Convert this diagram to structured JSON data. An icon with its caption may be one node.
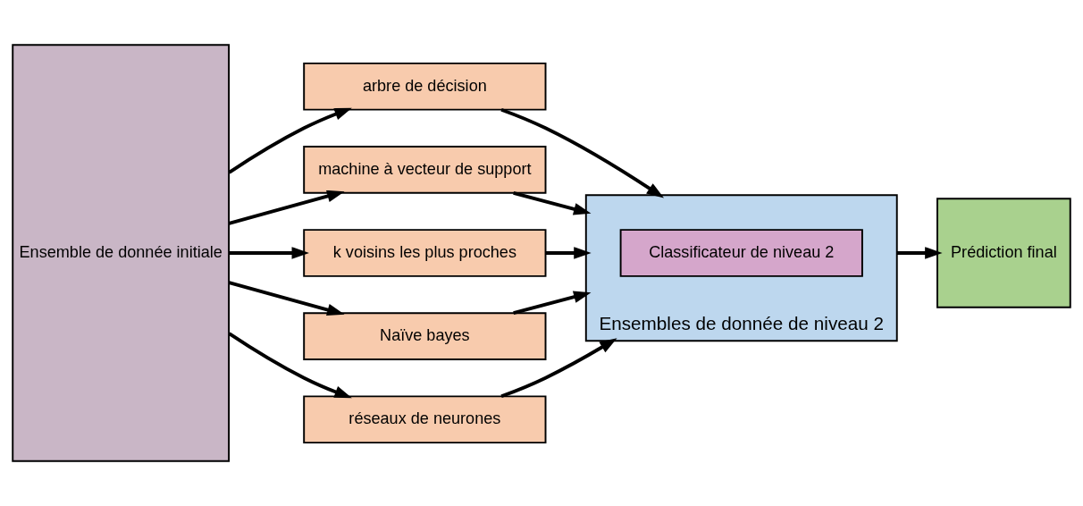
{
  "diagram": {
    "nodes": [
      {
        "text": [
          "Ensemble de donnée initiale"
        ]
      },
      {
        "text": [
          "arbre de décision"
        ]
      },
      {
        "text": [
          "machine à vecteur de support"
        ]
      },
      {
        "text": [
          "k voisins les plus proches"
        ]
      },
      {
        "text": [
          "Naïve bayes"
        ]
      },
      {
        "text": [
          "réseaux de neurones"
        ]
      },
      {
        "text": [
          "Ensembles de donnée de niveau 2"
        ]
      },
      {
        "text": [
          "Classificateur de niveau 2"
        ],
        "in": 6
      },
      {
        "text": [
          "Prédiction final"
        ]
      }
    ],
    "edges": [
      {
        "from": 0,
        "to": 1,
        "arrow": "to"
      },
      {
        "from": 0,
        "to": 2,
        "arrow": "to"
      },
      {
        "from": 0,
        "to": 3,
        "arrow": "to"
      },
      {
        "from": 0,
        "to": 4,
        "arrow": "to"
      },
      {
        "from": 0,
        "to": 5,
        "arrow": "to"
      },
      {
        "from": 1,
        "to": 6,
        "arrow": "to"
      },
      {
        "from": 2,
        "to": 6,
        "arrow": "to"
      },
      {
        "from": 3,
        "to": 6,
        "arrow": "to"
      },
      {
        "from": 4,
        "to": 6,
        "arrow": "to"
      },
      {
        "from": 5,
        "to": 6,
        "arrow": "to"
      },
      {
        "from": 6,
        "to": 8,
        "arrow": "to"
      }
    ]
  }
}
